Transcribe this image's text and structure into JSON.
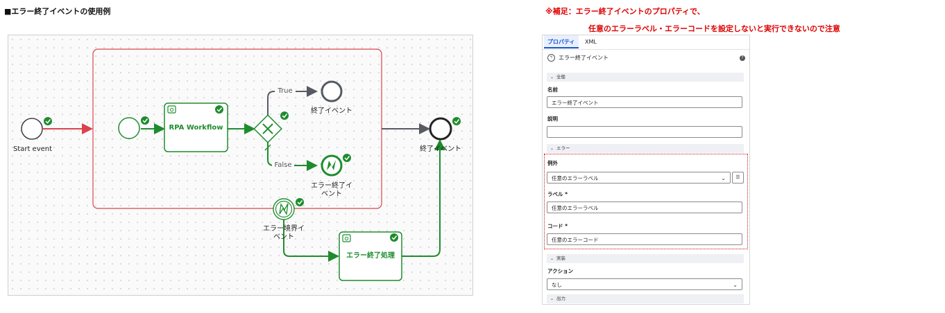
{
  "heading": "■エラー終了イベントの使用例",
  "note": {
    "line1": "※補足：エラー終了イベントのプロパティで、",
    "line2": "任意のエラーラベル・エラーコードを設定しないと実行できないので注意"
  },
  "diagram": {
    "start_event": "Start event",
    "workflow_task": "RPA Workflow",
    "flow_true": "True",
    "flow_false": "False",
    "inner_end": "終了イベント",
    "inner_error_end_line1": "エラー終了イ",
    "inner_error_end_line2": "ベント",
    "outer_end": "終了イベント",
    "boundary_line1": "エラー境界イ",
    "boundary_line2": "ベント",
    "error_task": "エラー終了処理"
  },
  "panel": {
    "tabs": [
      "プロパティ",
      "XML"
    ],
    "header_title": "エラー終了イベント",
    "sections": {
      "general": "全般",
      "error": "エラー",
      "implementation": "実装",
      "output": "出力"
    },
    "fields": {
      "name_label": "名前",
      "name_value": "エラー終了イベント",
      "desc_label": "説明",
      "desc_value": "",
      "exception_label": "例外",
      "exception_value": "任意のエラーラベル",
      "label_label": "ラベル *",
      "label_value": "任意のエラーラベル",
      "code_label": "コード *",
      "code_value": "任意のエラーコード",
      "action_label": "アクション",
      "action_value": "なし"
    }
  },
  "colors": {
    "green": "#1e8c2e",
    "red_flow": "#d9434e",
    "gray_flow": "#555a63",
    "note_red": "#e00000",
    "tab_blue": "#1a55c8"
  },
  "icons": [
    "check-badge-icon",
    "gateway-x-icon",
    "lightning-icon",
    "camera-task-icon",
    "chevron-down-icon",
    "help-icon",
    "edit-icon"
  ]
}
